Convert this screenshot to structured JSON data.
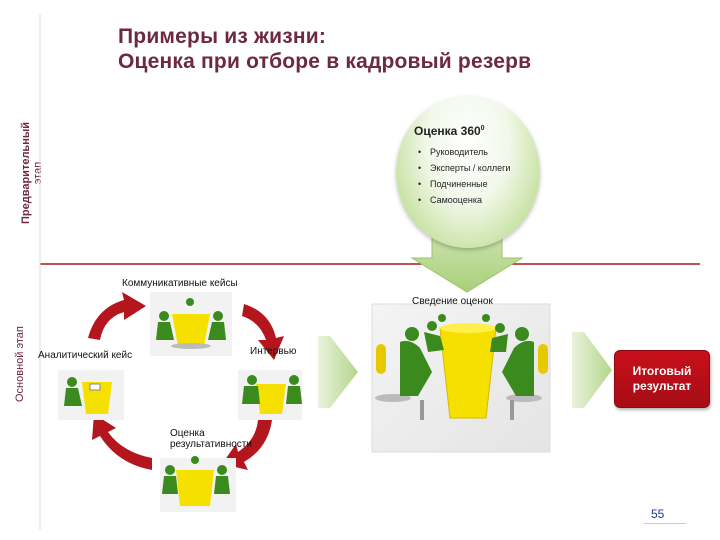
{
  "title": {
    "line1": "Примеры из жизни:",
    "line2": "Оценка при отборе в кадровый резерв"
  },
  "stages": {
    "preliminary_line1": "Предварительный",
    "preliminary_line2": "этап",
    "main": "Основной этап"
  },
  "assessment360": {
    "title": "Оценка 360",
    "title_sup": "0",
    "items": [
      "Руководитель",
      "Эксперты / коллеги",
      "Подчиненные",
      "Самооценка"
    ]
  },
  "cycle": {
    "communicative_cases": "Коммуникативные кейсы",
    "analytical_case": "Аналитический кейс",
    "interview": "Интервью",
    "performance_line1": "Оценка",
    "performance_line2": "результативности"
  },
  "summary": {
    "label": "Сведение оценок"
  },
  "result": {
    "line1": "Итоговый",
    "line2": "результат"
  },
  "page_number": "55",
  "colors": {
    "title": "#6d2a3e",
    "divider": "#b01419",
    "arrow_red": "#b3161c",
    "figure_green": "#3a8a1e",
    "table_yellow": "#f6e000",
    "result_red": "#c8101a",
    "big_arrow_green": "#a9cf7a"
  }
}
